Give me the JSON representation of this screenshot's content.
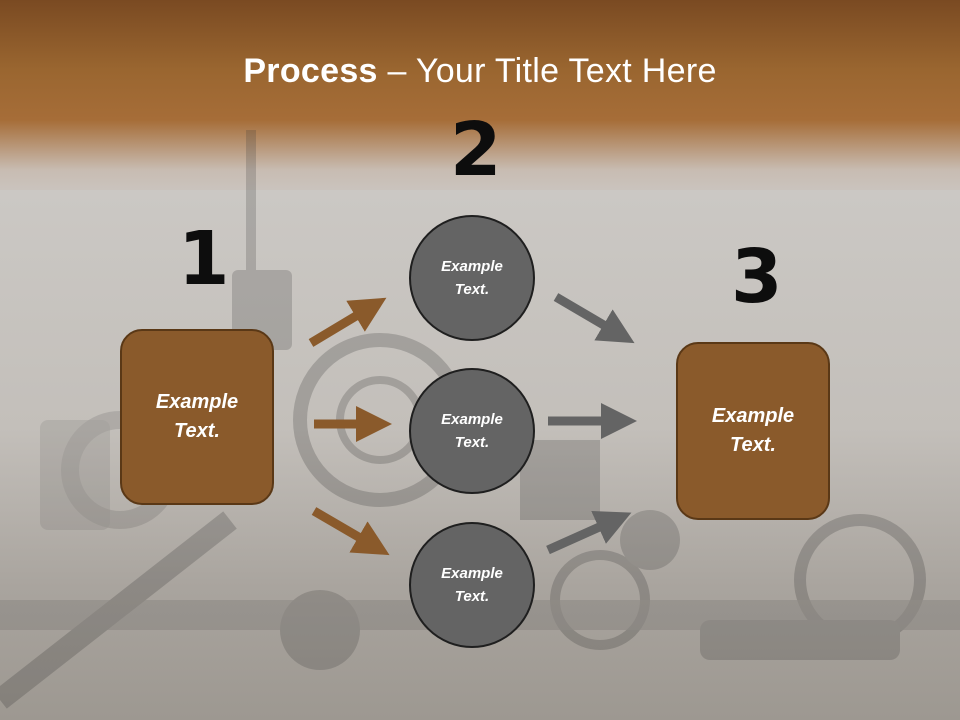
{
  "slide": {
    "title_bold": "Process",
    "title_rest": " – Your Title Text Here",
    "steps": {
      "one": "1",
      "two": "2",
      "three": "3"
    },
    "box_left_text": "Example Text.",
    "box_right_text": "Example Text.",
    "circles": [
      {
        "text": "Example Text."
      },
      {
        "text": "Example Text."
      },
      {
        "text": "Example Text."
      }
    ]
  },
  "colors": {
    "brown_box": "#8a5a2b",
    "brown_arrow": "#8a5a2b",
    "gray_circle": "#646464",
    "gray_arrow": "#646464",
    "title_band": "#9a6630"
  }
}
